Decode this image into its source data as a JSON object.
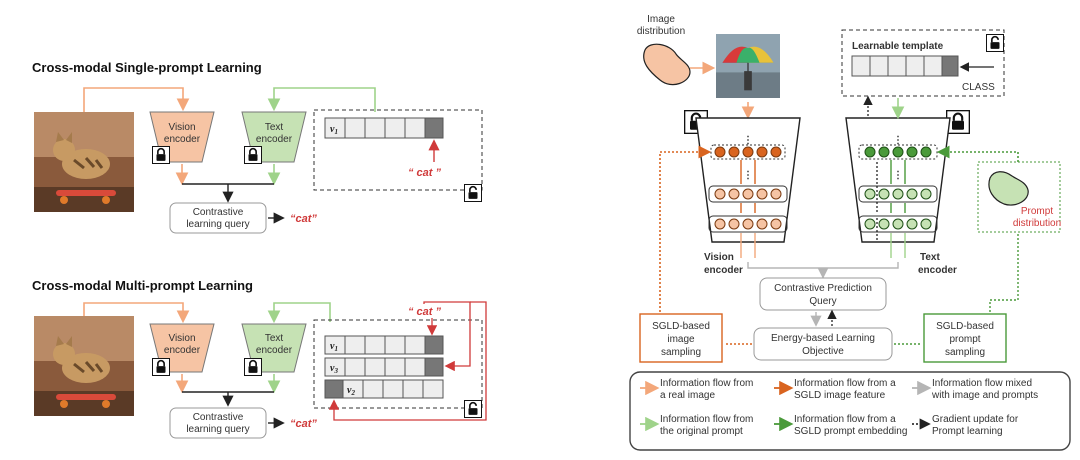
{
  "left": {
    "single": {
      "title": "Cross-modal Single-prompt Learning",
      "vision_encoder": [
        "Vision",
        "encoder"
      ],
      "text_encoder": [
        "Text",
        "encoder"
      ],
      "query": [
        "Contrastive",
        "learning query"
      ],
      "output": "“cat”",
      "label_word": "“ cat ”",
      "token": "v",
      "token_sub": "1"
    },
    "multi": {
      "title": "Cross-modal Multi-prompt Learning",
      "vision_encoder": [
        "Vision",
        "encoder"
      ],
      "text_encoder": [
        "Text",
        "encoder"
      ],
      "query": [
        "Contrastive",
        "learning query"
      ],
      "output": "“cat”",
      "label_word": "“ cat ”",
      "tokens": [
        {
          "v": "v",
          "sub": "1"
        },
        {
          "v": "v",
          "sub": "3"
        },
        {
          "v": "v",
          "sub": "2"
        }
      ]
    }
  },
  "right": {
    "image_distribution": [
      "Image",
      "distribution"
    ],
    "learnable_template": "Learnable template",
    "class_label": "CLASS",
    "vision_encoder": [
      "Vision",
      "encoder"
    ],
    "text_encoder": [
      "Text",
      "encoder"
    ],
    "prompt_distribution": [
      "Prompt",
      "distribution"
    ],
    "contrastive_query": [
      "Contrastive Prediction",
      "Query"
    ],
    "energy_objective": [
      "Energy-based Learning",
      "Objective"
    ],
    "sgld_image": [
      "SGLD-based",
      "image",
      "sampling"
    ],
    "sgld_prompt": [
      "SGLD-based",
      "prompt",
      "sampling"
    ],
    "legend": [
      {
        "color": "#f3a77a",
        "style": "solid",
        "lines": [
          "Information flow from",
          "a real image"
        ]
      },
      {
        "color": "#d9641f",
        "style": "solid",
        "lines": [
          "Information flow from a",
          "SGLD image feature"
        ]
      },
      {
        "color": "#b5b5b5",
        "style": "solid",
        "lines": [
          "Information flow mixed",
          "with image and prompts"
        ]
      },
      {
        "color": "#9fd38a",
        "style": "solid",
        "lines": [
          "Information flow from",
          "the original prompt"
        ]
      },
      {
        "color": "#4a9a3a",
        "style": "solid",
        "lines": [
          "Information flow from a",
          "SGLD prompt embedding"
        ]
      },
      {
        "color": "#111111",
        "style": "dotted",
        "lines": [
          "Gradient update for",
          "Prompt learning"
        ]
      }
    ]
  },
  "colors": {
    "vision": "#f6c4a4",
    "text": "#c6e2b4",
    "real_image_flow": "#f3a77a",
    "sgld_image_flow": "#d9641f",
    "prompt_flow": "#9fd38a",
    "sgld_prompt_flow": "#4a9a3a",
    "red": "#d03a3a"
  }
}
